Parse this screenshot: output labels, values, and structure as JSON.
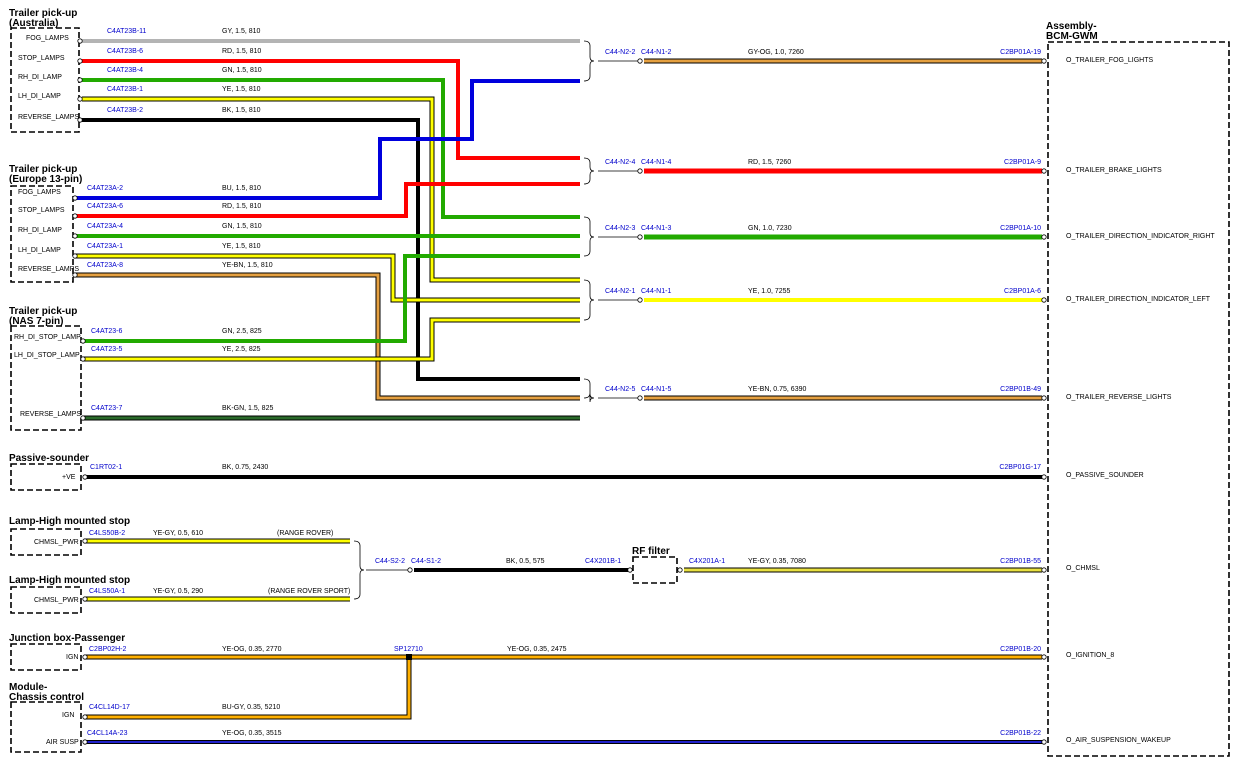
{
  "components": {
    "tpu_aus": {
      "title": "Trailer pick-up",
      "subtitle": "(Australia)"
    },
    "tpu_eu": {
      "title": "Trailer pick-up",
      "subtitle": "(Europe 13-pin)"
    },
    "tpu_nas": {
      "title": "Trailer pick-up",
      "subtitle": "(NAS 7-pin)"
    },
    "passive": {
      "title": "Passive-sounder"
    },
    "lamp_rr": {
      "title": "Lamp-High mounted stop"
    },
    "lamp_rrs": {
      "title": "Lamp-High mounted stop"
    },
    "jbox": {
      "title": "Junction box-Passenger"
    },
    "module": {
      "title": "Module-",
      "subtitle": "Chassis control"
    },
    "rf": {
      "title": "RF filter"
    },
    "bcm": {
      "title": "Assembly-",
      "subtitle": "BCM-GWM"
    }
  },
  "aus_wires": [
    {
      "pin": "FOG_LAMPS",
      "conn": "C4AT23B-11",
      "spec": "GY,  1.5,  810",
      "color": "#b4b4b4"
    },
    {
      "pin": "STOP_LAMPS",
      "conn": "C4AT23B-6",
      "spec": "RD,  1.5,  810",
      "color": "#ff0000"
    },
    {
      "pin": "RH_DI_LAMP",
      "conn": "C4AT23B-4",
      "spec": "GN,  1.5,  810",
      "color": "#22aa00"
    },
    {
      "pin": "LH_DI_LAMP",
      "conn": "C4AT23B-1",
      "spec": "YE,  1.5,  810",
      "color": "#ffff00"
    },
    {
      "pin": "REVERSE_LAMPS",
      "conn": "C4AT23B-2",
      "spec": "BK,  1.5,  810",
      "color": "#000000"
    }
  ],
  "eu_wires": [
    {
      "pin": "FOG_LAMPS",
      "conn": "C4AT23A-2",
      "spec": "BU,  1.5,  810",
      "color": "#0000dd"
    },
    {
      "pin": "STOP_LAMPS",
      "conn": "C4AT23A-6",
      "spec": "RD,  1.5,  810",
      "color": "#ff0000"
    },
    {
      "pin": "RH_DI_LAMP",
      "conn": "C4AT23A-4",
      "spec": "GN,  1.5,  810",
      "color": "#22aa00"
    },
    {
      "pin": "LH_DI_LAMP",
      "conn": "C4AT23A-1",
      "spec": "YE,  1.5,  810",
      "color": "#ffff00"
    },
    {
      "pin": "REVERSE_LAMPS",
      "conn": "C4AT23A-8",
      "spec": "YE-BN,  1.5,  810",
      "color": "#ffff00"
    }
  ],
  "nas_wires": [
    {
      "pin": "RH_DI_STOP_LAMP",
      "conn": "C4AT23-6",
      "spec": "GN,  2.5,  825",
      "color": "#22aa00"
    },
    {
      "pin": "LH_DI_STOP_LAMP",
      "conn": "C4AT23-5",
      "spec": "YE,  2.5,  825",
      "color": "#ffff00"
    },
    {
      "pin": "REVERSE_LAMPS",
      "conn": "C4AT23-7",
      "spec": "BK-GN,  1.5,  825",
      "color": "#1a4a1a"
    }
  ],
  "splices": [
    {
      "a": "C44-N2-2",
      "b": "C44-N1-2",
      "spec": "GY-OG,  1.0,  7260",
      "bcm_conn": "C2BP01A-19",
      "signal": "O_TRAILER_FOG_LIGHTS"
    },
    {
      "a": "C44-N2-4",
      "b": "C44-N1-4",
      "spec": "RD,  1.5,  7260",
      "bcm_conn": "C2BP01A-9",
      "signal": "O_TRAILER_BRAKE_LIGHTS"
    },
    {
      "a": "C44-N2-3",
      "b": "C44-N1-3",
      "spec": "GN,  1.0,  7230",
      "bcm_conn": "C2BP01A-10",
      "signal": "O_TRAILER_DIRECTION_INDICATOR_RIGHT"
    },
    {
      "a": "C44-N2-1",
      "b": "C44-N1-1",
      "spec": "YE,  1.0,  7255",
      "bcm_conn": "C2BP01A-6",
      "signal": "O_TRAILER_DIRECTION_INDICATOR_LEFT"
    },
    {
      "a": "C44-N2-5",
      "b": "C44-N1-5",
      "spec": "YE-BN,  0.75,  6390",
      "bcm_conn": "C2BP01B-49",
      "signal": "O_TRAILER_REVERSE_LIGHTS"
    }
  ],
  "passive": {
    "pin": "+VE",
    "conn": "C1RT02-1",
    "spec": "BK,  0.75,  2430",
    "bcm_conn": "C2BP01G-17",
    "signal": "O_PASSIVE_SOUNDER"
  },
  "chmsl": {
    "rr": {
      "pin": "CHMSL_PWR",
      "conn": "C4LS50B-2",
      "spec": "YE-GY,  0.5,  610",
      "variant": "(RANGE ROVER)"
    },
    "rrs": {
      "pin": "CHMSL_PWR",
      "conn": "C4LS50A-1",
      "spec": "YE-GY,  0.5,  290",
      "variant": "(RANGE ROVER SPORT)"
    },
    "splice_a": "C44-S2-2",
    "splice_b": "C44-S1-2",
    "mid_spec": "BK,  0.5,  575",
    "rf_in": "C4X201B-1",
    "rf_out": "C4X201A-1",
    "out_spec": "YE-GY,  0.35,  7080",
    "bcm_conn": "C2BP01B-55",
    "signal": "O_CHMSL"
  },
  "ign": {
    "pin": "IGN",
    "conn": "C2BP02H-2",
    "spec": "YE-OG,  0.35,  2770",
    "sp": "SP12710",
    "spec2": "YE-OG,  0.35,  2475",
    "bcm_conn": "C2BP01B-20",
    "signal": "O_IGNITION_8"
  },
  "module": {
    "ign_pin": "IGN",
    "ign_conn": "C4CL14D-17",
    "ign_spec": "BU-GY,  0.35,  5210",
    "air_pin": "AIR SUSP",
    "air_conn": "C4CL14A-23",
    "air_spec": "YE-OG,  0.35,  3515",
    "bcm_conn": "C2BP01B-22",
    "signal": "O_AIR_SUSPENSION_WAKEUP"
  },
  "colors": {
    "label_blue": "#0000cc",
    "gy": "#b4b4b4",
    "rd": "#ff0000",
    "gn": "#22aa00",
    "ye": "#ffff00",
    "bu": "#0000dd",
    "bk": "#000000",
    "og": "#e5a040",
    "orange": "#ffb000"
  }
}
